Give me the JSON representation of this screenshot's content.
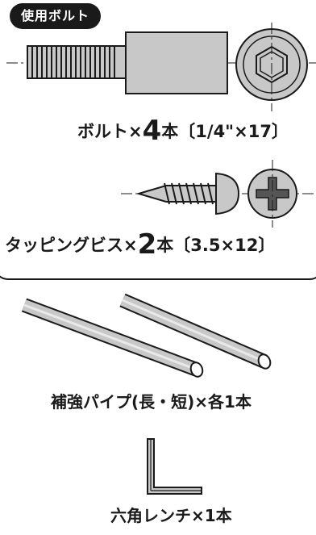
{
  "header": {
    "badge_label": "使用ボルト"
  },
  "bolt": {
    "prefix": "ボルト×",
    "quantity": "4",
    "suffix": "本〔1/4\"×17〕"
  },
  "screw": {
    "prefix": "タッピングビス×",
    "quantity": "2",
    "suffix": "本〔3.5×12〕"
  },
  "pipes": {
    "caption": "補強パイプ(長・短)×各1本"
  },
  "wrench": {
    "caption": "六角レンチ×1本"
  },
  "colors": {
    "ink": "#1a1a1a",
    "part_fill": "#c8c8c8",
    "dark_fill": "#555555",
    "background": "#ffffff"
  }
}
